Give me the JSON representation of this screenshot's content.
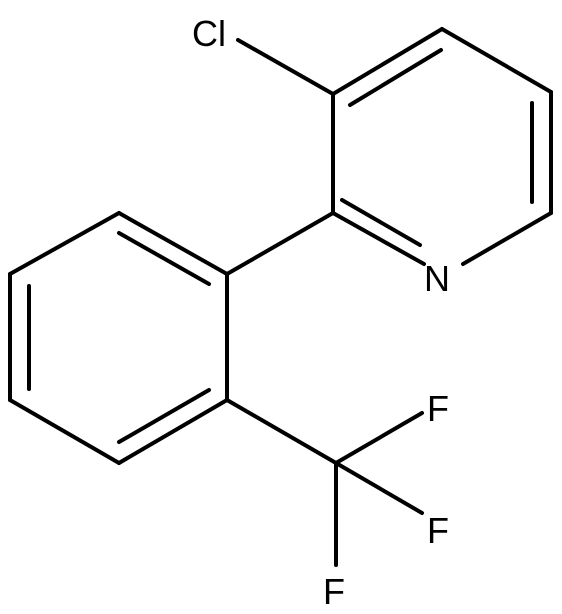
{
  "molecule": {
    "atoms": {
      "chlorine": "Cl",
      "nitrogen": "N",
      "fluorine_1": "F",
      "fluorine_2": "F",
      "fluorine_3": "F"
    },
    "colors": {
      "bond": "#000000",
      "label": "#000000",
      "background": "#ffffff"
    }
  }
}
